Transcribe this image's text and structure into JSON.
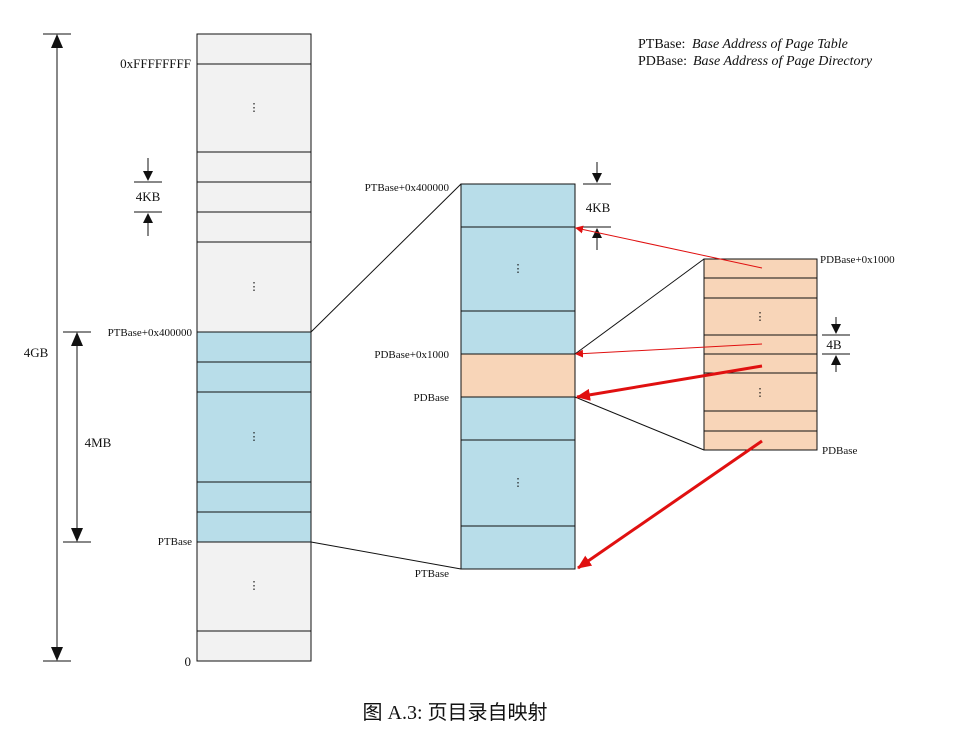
{
  "legend": {
    "pt_key": "PTBase:",
    "pt_desc": "Base Address of Page Table",
    "pd_key": "PDBase:",
    "pd_desc": "Base Address of Page Directory"
  },
  "caption": "图 A.3: 页目录自映射",
  "space": {
    "size_label": "4GB",
    "top_addr": "0xFFFFFFFF",
    "bottom_addr": "0",
    "page_size": "4KB",
    "pt_range_top": "PTBase+0x400000",
    "pt_range_bottom": "PTBase",
    "pt_range_size": "4MB"
  },
  "page_table": {
    "top_addr": "PTBase+0x400000",
    "page_size": "4KB",
    "pd_top": "PDBase+0x1000",
    "pd_base": "PDBase",
    "bottom_addr": "PTBase"
  },
  "page_dir": {
    "top_addr": "PDBase+0x1000",
    "entry_size": "4B",
    "bottom_addr": "PDBase"
  },
  "ellipsis": "⋮",
  "colors": {
    "gray_fill": "#f2f2f2",
    "blue_fill": "#b8dde9",
    "peach_fill": "#f8d5b8",
    "arrow_red": "#e01010"
  }
}
